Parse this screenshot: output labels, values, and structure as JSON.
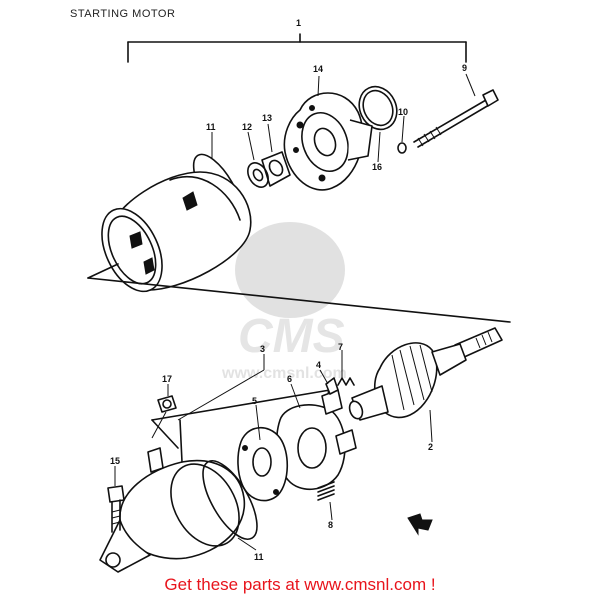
{
  "title": "STARTING MOTOR",
  "footer": "Get these parts at www.cmsnl.com !",
  "watermark": {
    "text": "CMS",
    "url": "www.cmsnl.com"
  },
  "callouts": {
    "c1": "1",
    "c9": "9",
    "c14": "14",
    "c10": "10",
    "c16": "16",
    "c11a": "11",
    "c12": "12",
    "c13": "13",
    "c3": "3",
    "c7": "7",
    "c4": "4",
    "c6": "6",
    "c5": "5",
    "c2": "2",
    "c17": "17",
    "c15": "15",
    "c8": "8",
    "c11b": "11"
  },
  "colors": {
    "footer": "#e8141c",
    "line": "#111111"
  }
}
